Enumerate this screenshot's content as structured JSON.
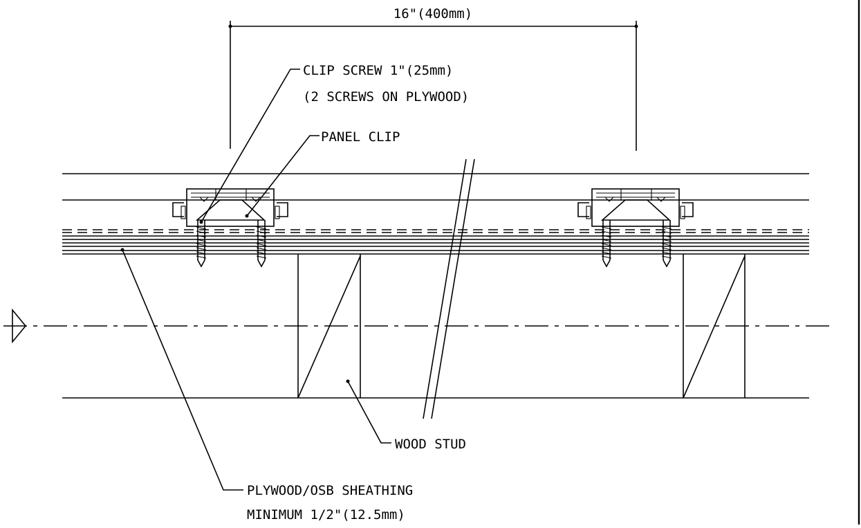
{
  "dimension": {
    "label": "16\"(400mm)"
  },
  "callouts": {
    "clip_screw": {
      "line1": "CLIP SCREW 1\"(25mm)",
      "line2": "(2 SCREWS ON PLYWOOD)"
    },
    "panel_clip": {
      "label": "PANEL CLIP"
    },
    "wood_stud": {
      "label": "WOOD STUD"
    },
    "sheathing": {
      "line1": "PLYWOOD/OSB SHEATHING",
      "line2": "MINIMUM 1/2\"(12.5mm)"
    }
  },
  "colors": {
    "ink": "#000000",
    "paper": "#ffffff"
  }
}
